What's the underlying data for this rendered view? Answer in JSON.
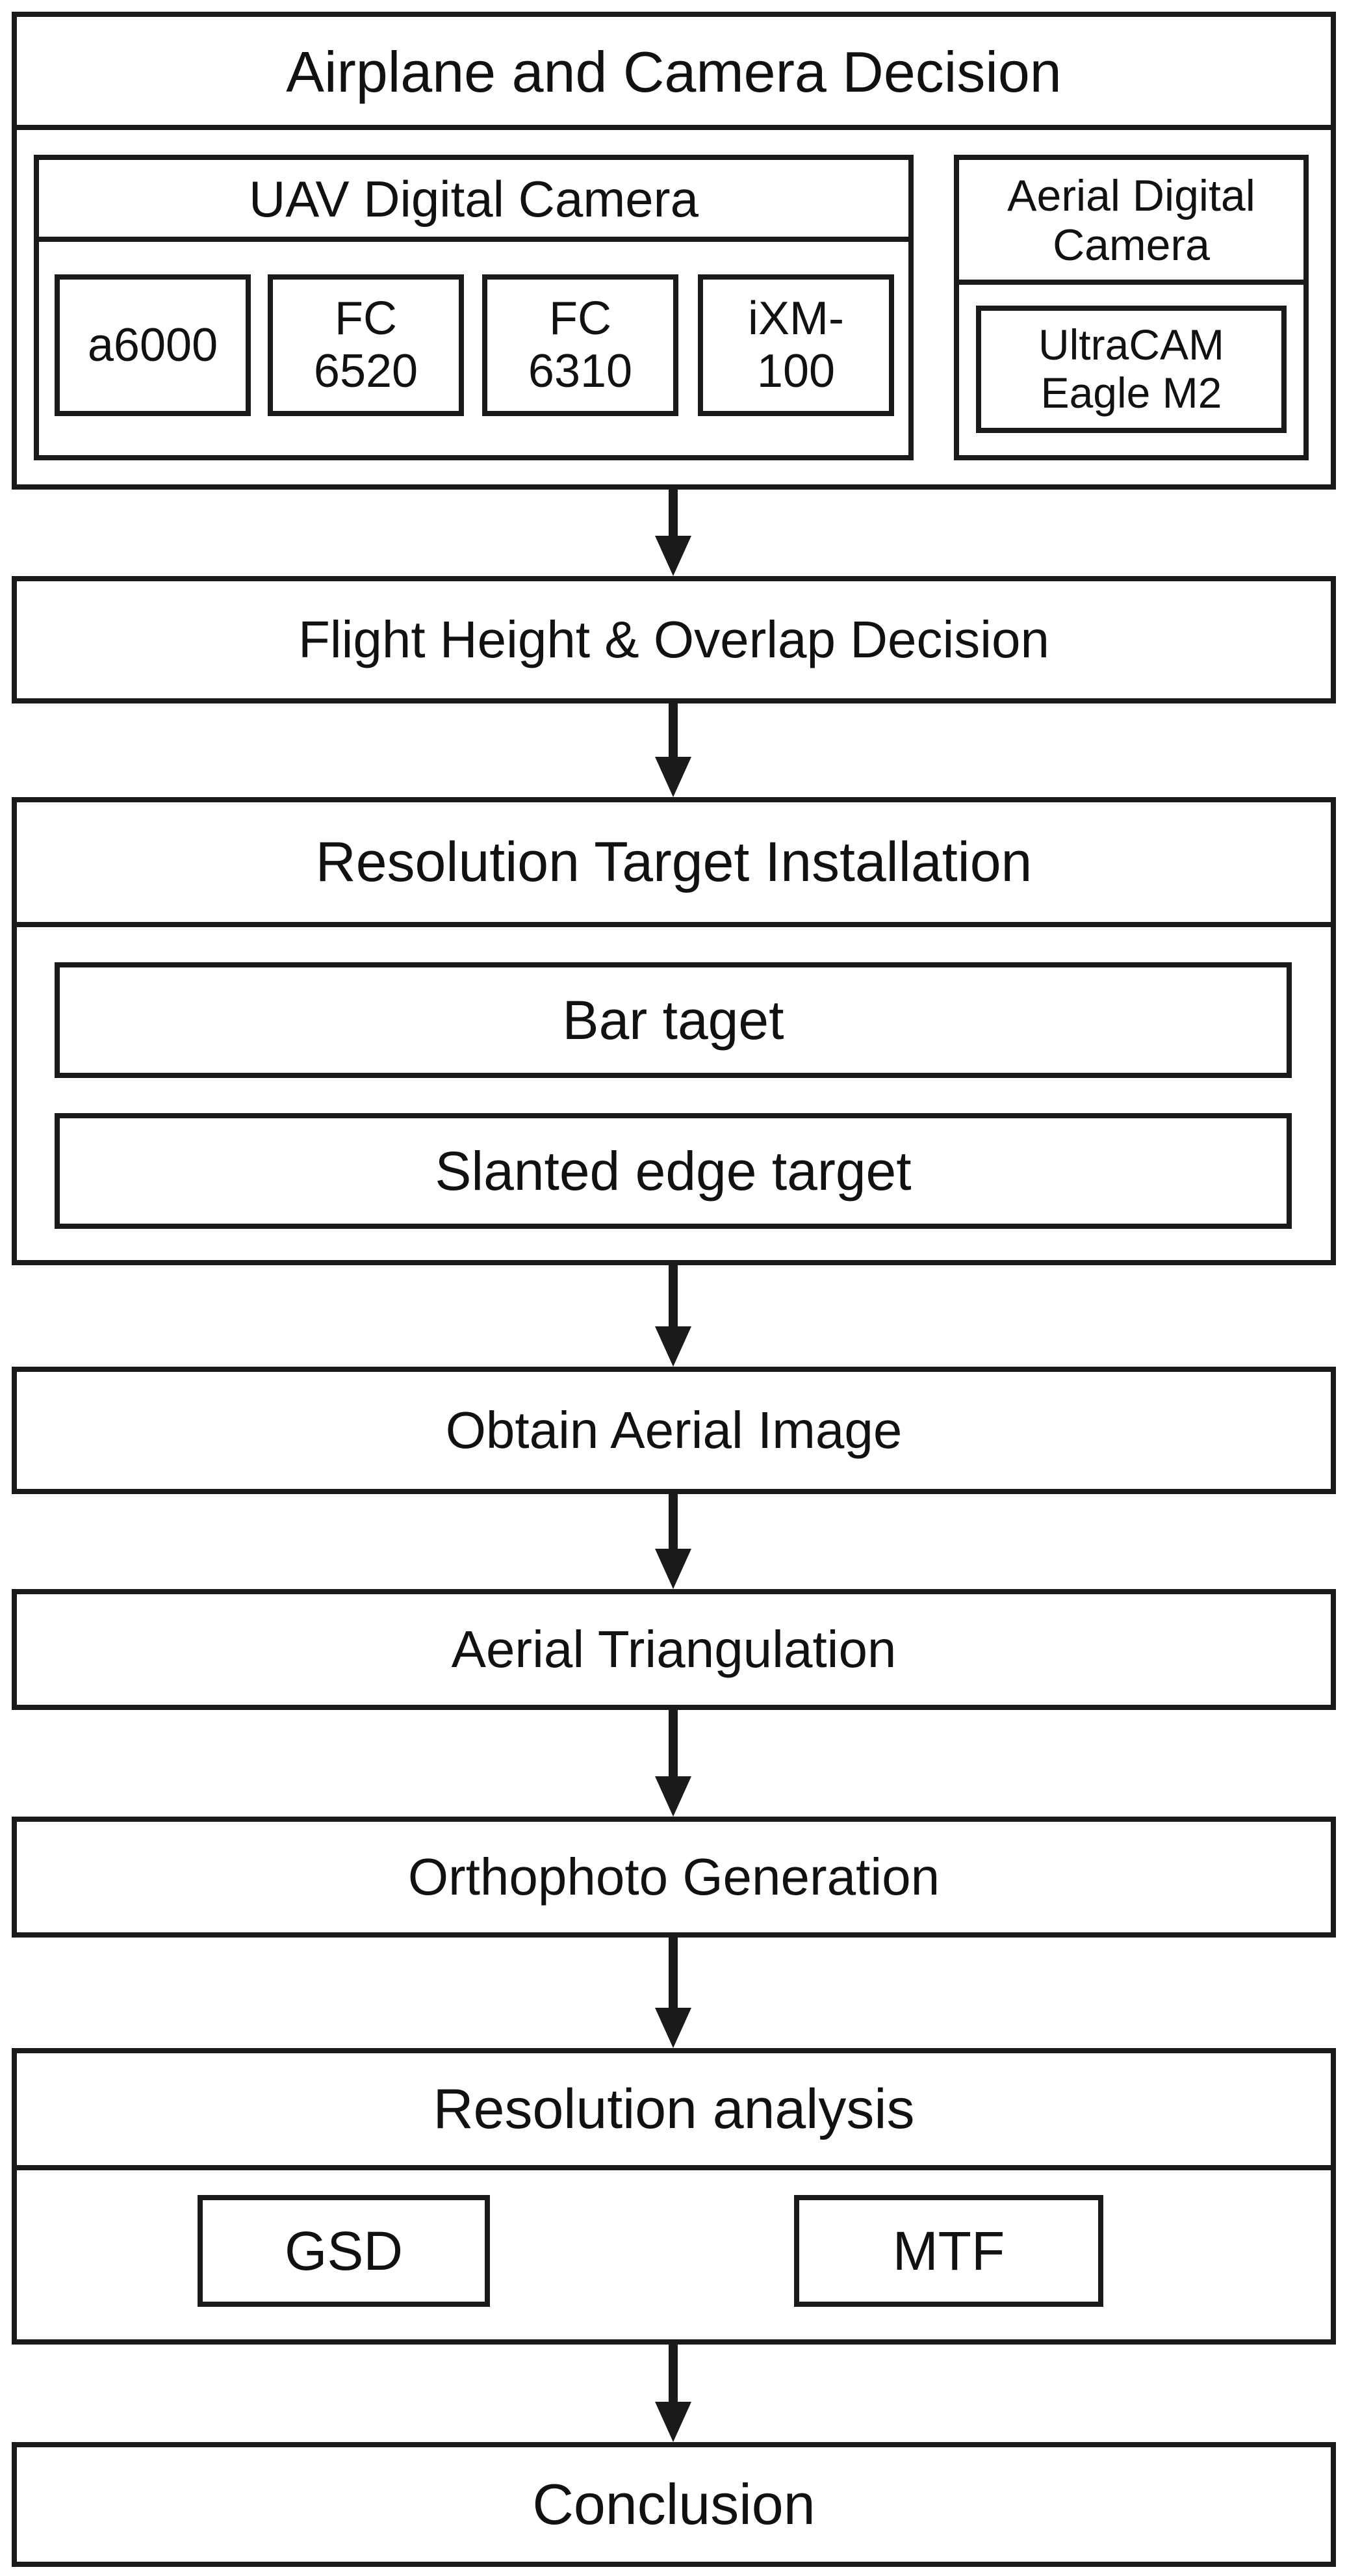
{
  "step1": {
    "title": "Airplane and Camera Decision",
    "uav": {
      "title": "UAV Digital Camera",
      "cameras": [
        "a6000",
        "FC\n6520",
        "FC\n6310",
        "iXM-\n100"
      ]
    },
    "aerial": {
      "title": "Aerial Digital\nCamera",
      "camera": "UltraCAM\nEagle M2"
    }
  },
  "step2": {
    "title": "Flight Height & Overlap Decision"
  },
  "step3": {
    "title": "Resolution Target Installation",
    "targets": [
      "Bar taget",
      "Slanted edge target"
    ]
  },
  "step4": {
    "title": "Obtain Aerial Image"
  },
  "step5": {
    "title": "Aerial Triangulation"
  },
  "step6": {
    "title": "Orthophoto Generation"
  },
  "step7": {
    "title": "Resolution analysis",
    "methods": [
      "GSD",
      "MTF"
    ]
  },
  "step8": {
    "title": "Conclusion"
  }
}
